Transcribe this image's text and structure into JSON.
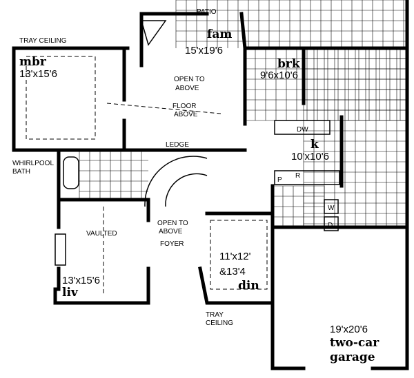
{
  "rooms": {
    "fam": {
      "name": "fam",
      "dims": "15'x19'6"
    },
    "mbr": {
      "name": "mbr",
      "dims": "13'x15'6"
    },
    "brk": {
      "name": "brk",
      "dims": "9'6x10'6"
    },
    "k": {
      "name": "k",
      "dims": "10'x10'6"
    },
    "liv": {
      "name": "liv",
      "dims": "13'x15'6"
    },
    "din": {
      "name": "din",
      "dims_line1": "11'x12'",
      "dims_line2": "&13'4"
    },
    "garage": {
      "name_line1": "two-car",
      "name_line2": "garage",
      "dims": "19'x20'6"
    }
  },
  "notes": {
    "patio": "PATIO",
    "tray_ceiling_mbr": "TRAY CEILING",
    "open_to_above_fam_1": "OPEN TO",
    "open_to_above_fam_2": "ABOVE",
    "floor_above_1": "FLOOR",
    "floor_above_2": "ABOVE",
    "ledge": "LEDGE",
    "whirlpool_1": "WHIRLPOOL",
    "whirlpool_2": "BATH",
    "open_to_above_foyer_1": "OPEN TO",
    "open_to_above_foyer_2": "ABOVE",
    "vaulted": "VAULTED",
    "foyer": "FOYER",
    "tray_ceiling_din_1": "TRAY",
    "tray_ceiling_din_2": "CEILING",
    "dw": "DW",
    "p": "P",
    "r": "R",
    "w": "W",
    "d": "D"
  }
}
